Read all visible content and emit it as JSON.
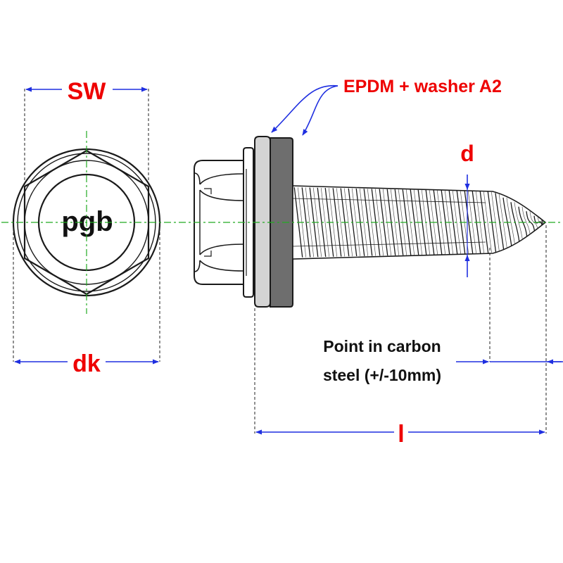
{
  "labels": {
    "sw": "SW",
    "dk": "dk",
    "d": "d",
    "l": "l",
    "logo": "pgb",
    "washer_note": "EPDM + washer A2",
    "point_note_line1": "Point in carbon",
    "point_note_line2": "steel (+/-10mm)"
  },
  "colors": {
    "dimension_text": "#ee0000",
    "dimension_line": "#1f2fe0",
    "center_line": "#22aa22",
    "outline": "#1a1a1a",
    "note_text": "#111111",
    "epdm_fill": "#6e6e6e",
    "washer_fill": "#d4d4d4"
  },
  "icons": {
    "arrow": "arrow-head-icon"
  }
}
